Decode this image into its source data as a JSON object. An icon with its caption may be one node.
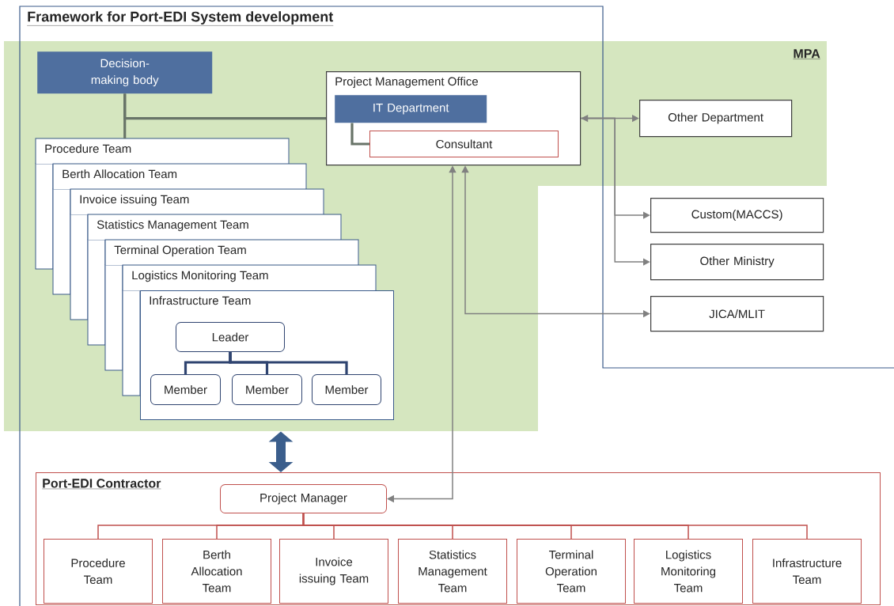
{
  "diagram": {
    "title": "Framework for Port-EDI System development",
    "nodes": [
      {
        "text": [
          "MPA"
        ]
      },
      {
        "text": [
          "Decision-making body"
        ],
        "in": 0
      },
      {
        "text": [
          "Project Management Office"
        ],
        "in": 0
      },
      {
        "text": [
          "IT Department"
        ],
        "in": 2
      },
      {
        "text": [
          "Consultant"
        ],
        "in": 2
      },
      {
        "text": [
          "Procedure Team"
        ],
        "in": 0
      },
      {
        "text": [
          "Berth Allocation Team"
        ],
        "in": 0
      },
      {
        "text": [
          "Invoice issuing Team"
        ],
        "in": 0
      },
      {
        "text": [
          "Statistics Management Team"
        ],
        "in": 0
      },
      {
        "text": [
          "Terminal Operation Team"
        ],
        "in": 0
      },
      {
        "text": [
          "Logistics Monitoring Team"
        ],
        "in": 0
      },
      {
        "text": [
          "Infrastructure Team"
        ],
        "in": 0
      },
      {
        "text": [
          "Leader"
        ],
        "in": 11
      },
      {
        "text": [
          "Member"
        ],
        "in": 11
      },
      {
        "text": [
          "Member"
        ],
        "in": 11
      },
      {
        "text": [
          "Member"
        ],
        "in": 11
      },
      {
        "text": [
          "Other Department"
        ],
        "in": 0
      },
      {
        "text": [
          "Custom(MACCS)"
        ]
      },
      {
        "text": [
          "Other Ministry"
        ]
      },
      {
        "text": [
          "JICA/MLIT"
        ]
      },
      {
        "text": [
          "Port-EDI Contractor"
        ]
      },
      {
        "text": [
          "Project Manager"
        ],
        "in": 20
      },
      {
        "text": [
          "Procedure Team"
        ],
        "in": 20
      },
      {
        "text": [
          "Berth Allocation Team"
        ],
        "in": 20
      },
      {
        "text": [
          "Invoice issuing Team"
        ],
        "in": 20
      },
      {
        "text": [
          "Statistics Management Team"
        ],
        "in": 20
      },
      {
        "text": [
          "Terminal Operation Team"
        ],
        "in": 20
      },
      {
        "text": [
          "Logistics Monitoring Team"
        ],
        "in": 20
      },
      {
        "text": [
          "Infrastructure Team"
        ],
        "in": 20
      }
    ],
    "edges": [
      {
        "from": 1,
        "to": 5,
        "arrow": "none",
        "style": "thick"
      },
      {
        "from": 1,
        "to": 2,
        "arrow": "none",
        "style": "thick"
      },
      {
        "from": 3,
        "to": 4,
        "arrow": "none",
        "style": "thick"
      },
      {
        "from": 2,
        "to": 16,
        "arrow": "both"
      },
      {
        "from": 2,
        "to": 17,
        "arrow": "to"
      },
      {
        "from": 2,
        "to": 18,
        "arrow": "to"
      },
      {
        "from": 2,
        "to": 19,
        "arrow": "both"
      },
      {
        "from": 2,
        "to": 21,
        "arrow": "both"
      },
      {
        "from": 0,
        "to": 20,
        "arrow": "both",
        "style": "thick",
        "color": "#3b5e8c"
      },
      {
        "from": 12,
        "to": 13,
        "arrow": "none",
        "style": "thick",
        "color": "#2f4470"
      },
      {
        "from": 12,
        "to": 14,
        "arrow": "none",
        "style": "thick",
        "color": "#2f4470"
      },
      {
        "from": 12,
        "to": 15,
        "arrow": "none",
        "style": "thick",
        "color": "#2f4470"
      },
      {
        "from": 21,
        "to": 22,
        "arrow": "none",
        "color": "#c0504d"
      },
      {
        "from": 21,
        "to": 23,
        "arrow": "none",
        "color": "#c0504d"
      },
      {
        "from": 21,
        "to": 24,
        "arrow": "none",
        "color": "#c0504d"
      },
      {
        "from": 21,
        "to": 25,
        "arrow": "none",
        "color": "#c0504d"
      },
      {
        "from": 21,
        "to": 26,
        "arrow": "none",
        "color": "#c0504d"
      },
      {
        "from": 21,
        "to": 27,
        "arrow": "none",
        "color": "#c0504d"
      },
      {
        "from": 21,
        "to": 28,
        "arrow": "none",
        "color": "#c0504d"
      }
    ]
  }
}
